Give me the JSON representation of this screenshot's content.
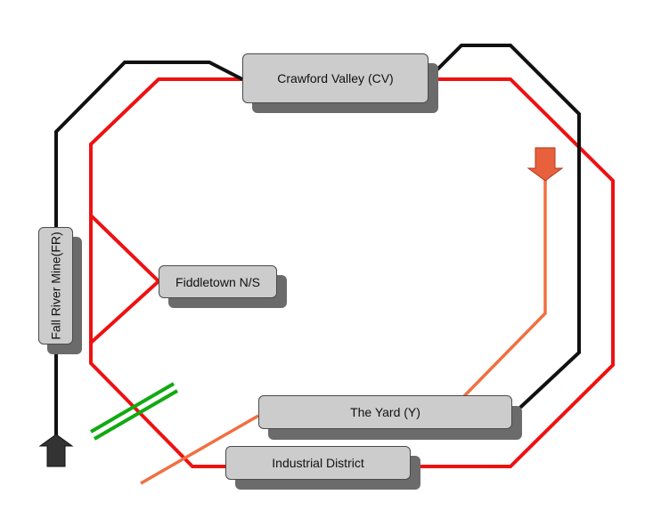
{
  "colors": {
    "mainline_red": "#ee1111",
    "branch_black": "#111111",
    "spur_orange": "#f07040",
    "crossing_green": "#11aa11",
    "station_fill": "#cccccc",
    "station_shadow": "#6b6b6b",
    "arrow_dark": "#333333",
    "arrow_orange": "#e8603c"
  },
  "stations": {
    "crawford_valley": "Crawford Valley (CV)",
    "fiddletown": "Fiddletown N/S",
    "fall_river_mine": "Fall River Mine(FR)",
    "the_yard": "The Yard (Y)",
    "industrial_district": "Industrial District"
  },
  "icons": {
    "yard_arrow": "down-arrow-icon",
    "mine_arrow": "up-arrow-icon"
  }
}
